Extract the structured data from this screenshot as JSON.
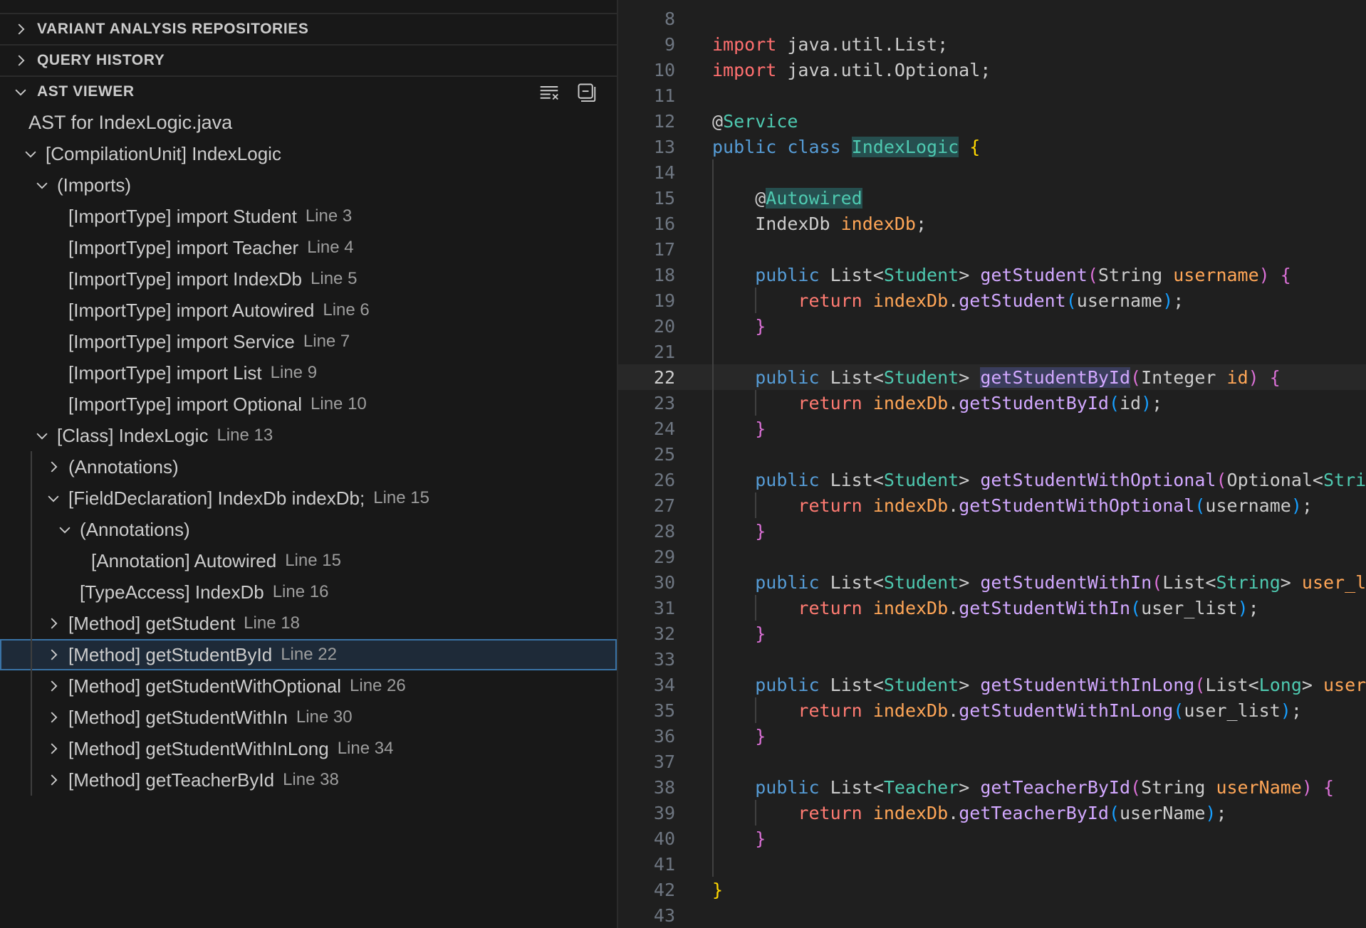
{
  "sidebar": {
    "sections": [
      {
        "label": "VARIANT ANALYSIS REPOSITORIES",
        "expanded": false
      },
      {
        "label": "QUERY HISTORY",
        "expanded": false
      },
      {
        "label": "AST VIEWER",
        "expanded": true
      }
    ],
    "actions": [
      {
        "icon": "clear-all-icon"
      },
      {
        "icon": "collapse-all-icon"
      }
    ],
    "ast_title": "AST for IndexLogic.java",
    "tree": [
      {
        "label": "[CompilationUnit] IndexLogic",
        "line": "",
        "depth": 0,
        "state": "expanded"
      },
      {
        "label": "(Imports)",
        "line": "",
        "depth": 1,
        "state": "expanded"
      },
      {
        "label": "[ImportType] import Student",
        "line": "Line 3",
        "depth": 2,
        "state": "leaf"
      },
      {
        "label": "[ImportType] import Teacher",
        "line": "Line 4",
        "depth": 2,
        "state": "leaf"
      },
      {
        "label": "[ImportType] import IndexDb",
        "line": "Line 5",
        "depth": 2,
        "state": "leaf"
      },
      {
        "label": "[ImportType] import Autowired",
        "line": "Line 6",
        "depth": 2,
        "state": "leaf"
      },
      {
        "label": "[ImportType] import Service",
        "line": "Line 7",
        "depth": 2,
        "state": "leaf"
      },
      {
        "label": "[ImportType] import List",
        "line": "Line 9",
        "depth": 2,
        "state": "leaf"
      },
      {
        "label": "[ImportType] import Optional",
        "line": "Line 10",
        "depth": 2,
        "state": "leaf"
      },
      {
        "label": "[Class] IndexLogic",
        "line": "Line 13",
        "depth": 1,
        "state": "expanded"
      },
      {
        "label": "(Annotations)",
        "line": "",
        "depth": 2,
        "state": "collapsed"
      },
      {
        "label": "[FieldDeclaration] IndexDb indexDb;",
        "line": "Line 15",
        "depth": 2,
        "state": "expanded"
      },
      {
        "label": "(Annotations)",
        "line": "",
        "depth": 3,
        "state": "expanded"
      },
      {
        "label": "[Annotation] Autowired",
        "line": "Line 15",
        "depth": 4,
        "state": "leaf"
      },
      {
        "label": "[TypeAccess] IndexDb",
        "line": "Line 16",
        "depth": 3,
        "state": "leaf"
      },
      {
        "label": "[Method] getStudent",
        "line": "Line 18",
        "depth": 2,
        "state": "collapsed"
      },
      {
        "label": "[Method] getStudentById",
        "line": "Line 22",
        "depth": 2,
        "state": "collapsed",
        "selected": true
      },
      {
        "label": "[Method] getStudentWithOptional",
        "line": "Line 26",
        "depth": 2,
        "state": "collapsed"
      },
      {
        "label": "[Method] getStudentWithIn",
        "line": "Line 30",
        "depth": 2,
        "state": "collapsed"
      },
      {
        "label": "[Method] getStudentWithInLong",
        "line": "Line 34",
        "depth": 2,
        "state": "collapsed"
      },
      {
        "label": "[Method] getTeacherById",
        "line": "Line 38",
        "depth": 2,
        "state": "collapsed"
      }
    ]
  },
  "editor": {
    "active_line": 22,
    "lines": [
      {
        "n": 8,
        "tokens": []
      },
      {
        "n": 9,
        "tokens": [
          [
            "import",
            "tk-imp"
          ],
          [
            " java.util.List;",
            ""
          ]
        ]
      },
      {
        "n": 10,
        "tokens": [
          [
            "import",
            "tk-imp"
          ],
          [
            " java.util.Optional;",
            ""
          ]
        ]
      },
      {
        "n": 11,
        "tokens": []
      },
      {
        "n": 12,
        "tokens": [
          [
            "@",
            ""
          ],
          [
            "Service",
            "tk-ann"
          ]
        ]
      },
      {
        "n": 13,
        "tokens": [
          [
            "public class ",
            "tk-kw"
          ],
          [
            "IndexLogic",
            "tk-type hl"
          ],
          [
            " ",
            ""
          ],
          [
            "{",
            "tk-brk"
          ]
        ]
      },
      {
        "n": 14,
        "tokens": []
      },
      {
        "n": 15,
        "tokens": [
          [
            "    @",
            ""
          ],
          [
            "Autowired",
            "tk-ann hl"
          ]
        ]
      },
      {
        "n": 16,
        "tokens": [
          [
            "    IndexDb ",
            ""
          ],
          [
            "indexDb",
            "tk-var"
          ],
          [
            ";",
            ""
          ]
        ]
      },
      {
        "n": 17,
        "tokens": []
      },
      {
        "n": 18,
        "tokens": [
          [
            "    ",
            ""
          ],
          [
            "public",
            "tk-kw"
          ],
          [
            " List<",
            ""
          ],
          [
            "Student",
            "tk-type"
          ],
          [
            "> ",
            ""
          ],
          [
            "getStudent",
            "tk-fn2"
          ],
          [
            "(",
            "tk-brk2"
          ],
          [
            "String ",
            ""
          ],
          [
            "username",
            "tk-var"
          ],
          [
            ") {",
            "tk-brk2"
          ]
        ]
      },
      {
        "n": 19,
        "tokens": [
          [
            "        ",
            ""
          ],
          [
            "return",
            "tk-ret"
          ],
          [
            " ",
            ""
          ],
          [
            "indexDb",
            "tk-var"
          ],
          [
            ".",
            ""
          ],
          [
            "getStudent",
            "tk-fn2"
          ],
          [
            "(",
            "tk-brk3"
          ],
          [
            "username",
            ""
          ],
          [
            ")",
            "tk-brk3"
          ],
          [
            ";",
            ""
          ]
        ]
      },
      {
        "n": 20,
        "tokens": [
          [
            "    ",
            ""
          ],
          [
            "}",
            "tk-brk2"
          ]
        ]
      },
      {
        "n": 21,
        "tokens": []
      },
      {
        "n": 22,
        "tokens": [
          [
            "    ",
            ""
          ],
          [
            "public",
            "tk-kw"
          ],
          [
            " List<",
            ""
          ],
          [
            "Student",
            "tk-type"
          ],
          [
            "> ",
            ""
          ],
          [
            "getStudentById",
            "tk-fn2 hl2"
          ],
          [
            "(",
            "tk-brk2"
          ],
          [
            "Integer ",
            ""
          ],
          [
            "id",
            "tk-var"
          ],
          [
            ") {",
            "tk-brk2"
          ]
        ]
      },
      {
        "n": 23,
        "tokens": [
          [
            "        ",
            ""
          ],
          [
            "return",
            "tk-ret"
          ],
          [
            " ",
            ""
          ],
          [
            "indexDb",
            "tk-var"
          ],
          [
            ".",
            ""
          ],
          [
            "getStudentById",
            "tk-fn2"
          ],
          [
            "(",
            "tk-brk3"
          ],
          [
            "id",
            ""
          ],
          [
            ")",
            "tk-brk3"
          ],
          [
            ";",
            ""
          ]
        ]
      },
      {
        "n": 24,
        "tokens": [
          [
            "    ",
            ""
          ],
          [
            "}",
            "tk-brk2"
          ]
        ]
      },
      {
        "n": 25,
        "tokens": []
      },
      {
        "n": 26,
        "tokens": [
          [
            "    ",
            ""
          ],
          [
            "public",
            "tk-kw"
          ],
          [
            " List<",
            ""
          ],
          [
            "Student",
            "tk-type"
          ],
          [
            "> ",
            ""
          ],
          [
            "getStudentWithOptional",
            "tk-fn2"
          ],
          [
            "(",
            "tk-brk2"
          ],
          [
            "Optional<",
            ""
          ],
          [
            "String",
            "tk-type"
          ],
          [
            ">",
            ""
          ]
        ]
      },
      {
        "n": 27,
        "tokens": [
          [
            "        ",
            ""
          ],
          [
            "return",
            "tk-ret"
          ],
          [
            " ",
            ""
          ],
          [
            "indexDb",
            "tk-var"
          ],
          [
            ".",
            ""
          ],
          [
            "getStudentWithOptional",
            "tk-fn2"
          ],
          [
            "(",
            "tk-brk3"
          ],
          [
            "username",
            ""
          ],
          [
            ")",
            "tk-brk3"
          ],
          [
            ";",
            ""
          ]
        ]
      },
      {
        "n": 28,
        "tokens": [
          [
            "    ",
            ""
          ],
          [
            "}",
            "tk-brk2"
          ]
        ]
      },
      {
        "n": 29,
        "tokens": []
      },
      {
        "n": 30,
        "tokens": [
          [
            "    ",
            ""
          ],
          [
            "public",
            "tk-kw"
          ],
          [
            " List<",
            ""
          ],
          [
            "Student",
            "tk-type"
          ],
          [
            "> ",
            ""
          ],
          [
            "getStudentWithIn",
            "tk-fn2"
          ],
          [
            "(",
            "tk-brk2"
          ],
          [
            "List<",
            ""
          ],
          [
            "String",
            "tk-type"
          ],
          [
            "> ",
            ""
          ],
          [
            "user_list",
            "tk-var"
          ]
        ]
      },
      {
        "n": 31,
        "tokens": [
          [
            "        ",
            ""
          ],
          [
            "return",
            "tk-ret"
          ],
          [
            " ",
            ""
          ],
          [
            "indexDb",
            "tk-var"
          ],
          [
            ".",
            ""
          ],
          [
            "getStudentWithIn",
            "tk-fn2"
          ],
          [
            "(",
            "tk-brk3"
          ],
          [
            "user_list",
            ""
          ],
          [
            ")",
            "tk-brk3"
          ],
          [
            ";",
            ""
          ]
        ]
      },
      {
        "n": 32,
        "tokens": [
          [
            "    ",
            ""
          ],
          [
            "}",
            "tk-brk2"
          ]
        ]
      },
      {
        "n": 33,
        "tokens": []
      },
      {
        "n": 34,
        "tokens": [
          [
            "    ",
            ""
          ],
          [
            "public",
            "tk-kw"
          ],
          [
            " List<",
            ""
          ],
          [
            "Student",
            "tk-type"
          ],
          [
            "> ",
            ""
          ],
          [
            "getStudentWithInLong",
            "tk-fn2"
          ],
          [
            "(",
            "tk-brk2"
          ],
          [
            "List<",
            ""
          ],
          [
            "Long",
            "tk-type"
          ],
          [
            "> ",
            ""
          ],
          [
            "user_li",
            "tk-var"
          ]
        ]
      },
      {
        "n": 35,
        "tokens": [
          [
            "        ",
            ""
          ],
          [
            "return",
            "tk-ret"
          ],
          [
            " ",
            ""
          ],
          [
            "indexDb",
            "tk-var"
          ],
          [
            ".",
            ""
          ],
          [
            "getStudentWithInLong",
            "tk-fn2"
          ],
          [
            "(",
            "tk-brk3"
          ],
          [
            "user_list",
            ""
          ],
          [
            ")",
            "tk-brk3"
          ],
          [
            ";",
            ""
          ]
        ]
      },
      {
        "n": 36,
        "tokens": [
          [
            "    ",
            ""
          ],
          [
            "}",
            "tk-brk2"
          ]
        ]
      },
      {
        "n": 37,
        "tokens": []
      },
      {
        "n": 38,
        "tokens": [
          [
            "    ",
            ""
          ],
          [
            "public",
            "tk-kw"
          ],
          [
            " List<",
            ""
          ],
          [
            "Teacher",
            "tk-type"
          ],
          [
            "> ",
            ""
          ],
          [
            "getTeacherById",
            "tk-fn2"
          ],
          [
            "(",
            "tk-brk2"
          ],
          [
            "String ",
            ""
          ],
          [
            "userName",
            "tk-var"
          ],
          [
            ") {",
            "tk-brk2"
          ]
        ]
      },
      {
        "n": 39,
        "tokens": [
          [
            "        ",
            ""
          ],
          [
            "return",
            "tk-ret"
          ],
          [
            " ",
            ""
          ],
          [
            "indexDb",
            "tk-var"
          ],
          [
            ".",
            ""
          ],
          [
            "getTeacherById",
            "tk-fn2"
          ],
          [
            "(",
            "tk-brk3"
          ],
          [
            "userName",
            ""
          ],
          [
            ")",
            "tk-brk3"
          ],
          [
            ";",
            ""
          ]
        ]
      },
      {
        "n": 40,
        "tokens": [
          [
            "    ",
            ""
          ],
          [
            "}",
            "tk-brk2"
          ]
        ]
      },
      {
        "n": 41,
        "tokens": []
      },
      {
        "n": 42,
        "tokens": [
          [
            "}",
            "tk-brk"
          ]
        ]
      },
      {
        "n": 43,
        "tokens": []
      }
    ]
  }
}
